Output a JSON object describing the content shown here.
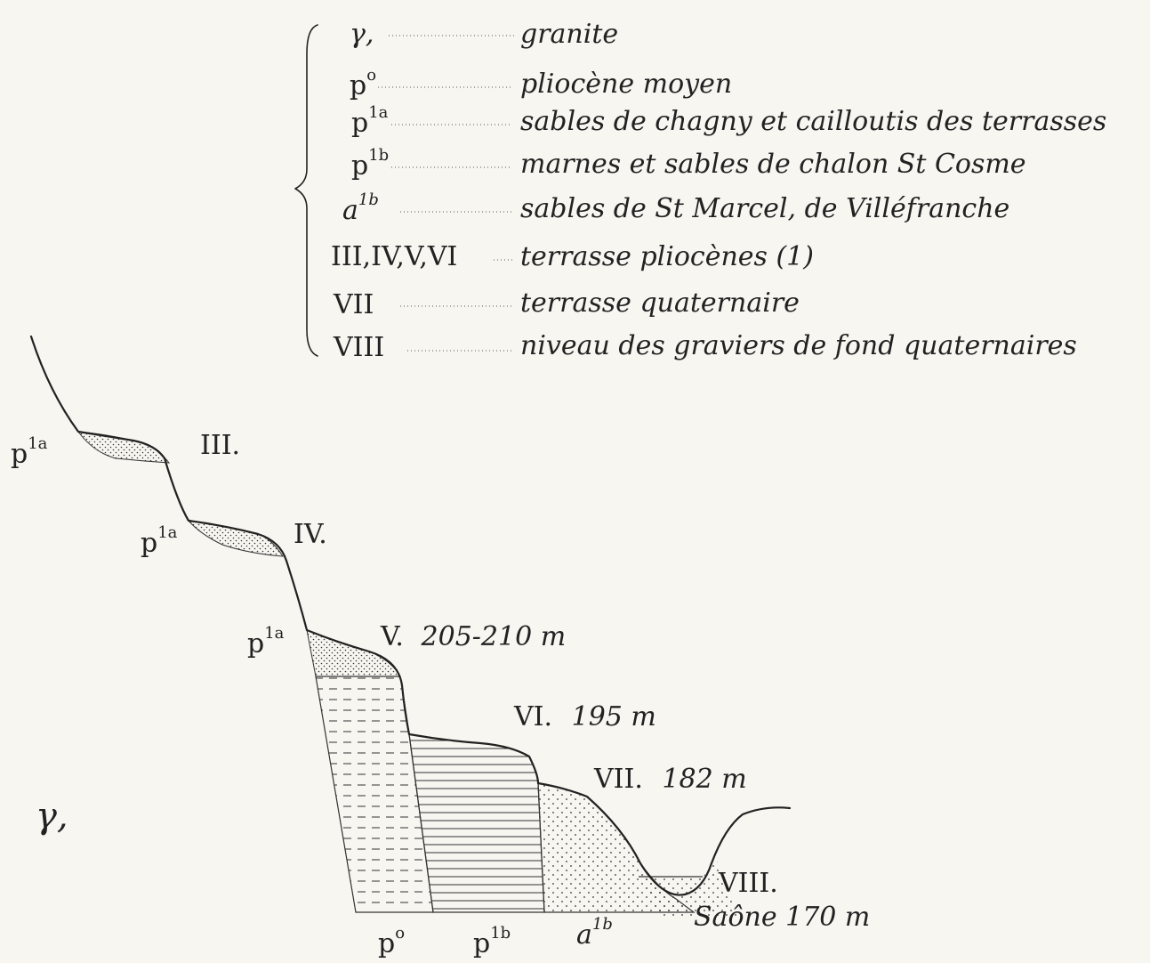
{
  "legend": {
    "items": [
      {
        "code": "γ,",
        "sup": "",
        "desc": "granite"
      },
      {
        "code": "p",
        "sup": "o",
        "desc": "pliocène moyen"
      },
      {
        "code": "p",
        "sup": "1a",
        "desc": "sables de chagny et cailloutis des terrasses"
      },
      {
        "code": "p",
        "sup": "1b",
        "desc": "marnes et sables de chalon St Cosme"
      },
      {
        "code": "a",
        "sup": "1b",
        "desc": "sables de St Marcel, de Villéfranche"
      },
      {
        "code": "III,IV,V,VI",
        "sup": "",
        "desc": "terrasse pliocènes (1)"
      },
      {
        "code": "VII",
        "sup": "",
        "desc": "terrasse quaternaire"
      },
      {
        "code": "VIII",
        "sup": "",
        "desc": "niveau des graviers de fond quaternaires"
      }
    ]
  },
  "section": {
    "granite_label": "γ,",
    "terraces": [
      {
        "name": "III.",
        "alt": ""
      },
      {
        "name": "IV.",
        "alt": ""
      },
      {
        "name": "V.",
        "alt": "205-210 m"
      },
      {
        "name": "VI.",
        "alt": "195 m"
      },
      {
        "name": "VII.",
        "alt": "182 m"
      },
      {
        "name": "VIII.",
        "alt": ""
      }
    ],
    "p1a_labels": [
      {
        "base": "p",
        "sup": "1a"
      },
      {
        "base": "p",
        "sup": "1a"
      },
      {
        "base": "p",
        "sup": "1a"
      }
    ],
    "bottom_labels": [
      {
        "base": "p",
        "sup": "o"
      },
      {
        "base": "p",
        "sup": "1b"
      },
      {
        "base": "a",
        "sup": "1b"
      }
    ],
    "river": "Saône 170 m"
  }
}
